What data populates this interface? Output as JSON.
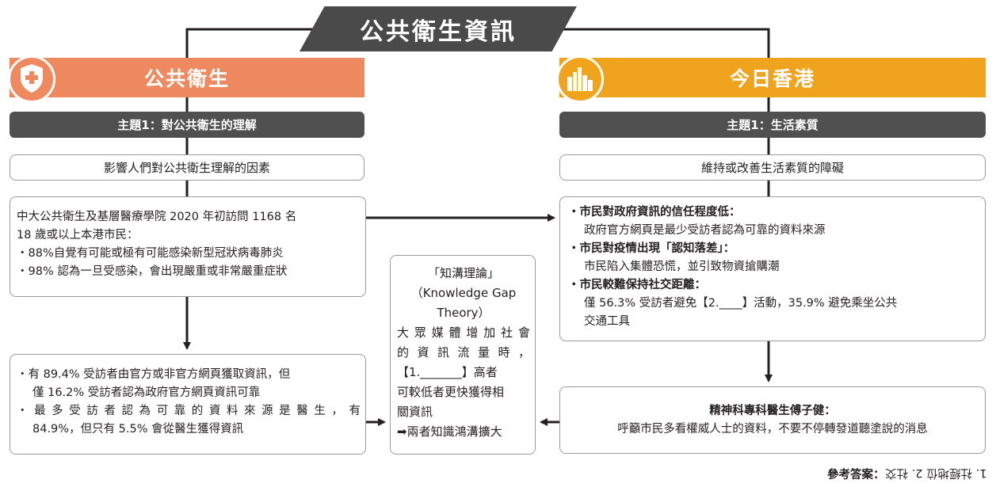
{
  "title": "公共衛生資訊",
  "left": {
    "header": "公共衛生",
    "icon": "health-shield-icon",
    "topic": "主題1：對公共衛生的理解",
    "subtopic": "影響人們對公共衛生理解的因素",
    "survey_intro_1": "中大公共衛生及基層醫療學院 2020 年初訪問 1168 名",
    "survey_intro_2": "18 歲或以上本港市民：",
    "survey_bullets": [
      "・88%自覺有可能或極有可能感染新型冠狀病毒肺炎",
      "・98% 認為一旦受感染，會出現嚴重或非常嚴重症狀"
    ],
    "info_bullet1_line1": "・有 89.4% 受訪者由官方或非官方網頁獲取資訊，但",
    "info_bullet1_line2": "僅 16.2% 受訪者認為政府官方網頁資訊可靠",
    "info_bullet2_line1": "・最多受訪者認為可靠的資料來源是醫生，有",
    "info_bullet2_line2": "84.9%，但只有 5.5% 會從醫生獲得資訊"
  },
  "middle": {
    "theory_title": "「知溝理論」",
    "theory_en_1": "（Knowledge Gap",
    "theory_en_2": "Theory）",
    "line1": "大眾媒體增加社會",
    "line2": "的資訊流量時，",
    "line3": "【1._______】高者",
    "line4": "可較低者更快獲得相",
    "line5": "關資訊",
    "conclusion": "➡兩者知識鴻溝擴大"
  },
  "right": {
    "header": "今日香港",
    "icon": "city-skyline-icon",
    "topic": "主題1：生活素質",
    "subtopic": "維持或改善生活素質的障礙",
    "point1_head": "・市民對政府資訊的信任程度低：",
    "point1_body": "政府官方網頁是最少受訪者認為可靠的資料來源",
    "point2_head": "・市民對疫情出現「認知落差」：",
    "point2_body": "市民陷入集體恐慌，並引致物資搶購潮",
    "point3_head": "・市民較難保持社交距離：",
    "point3_body_1": "僅 56.3% 受訪者避免【2.____】活動，35.9% 避免乘坐公共",
    "point3_body_2": "交通工具",
    "expert_name": "精神科專科醫生傅子健：",
    "expert_quote": "呼籲市民多看權威人士的資料，不要不停轉發道聽塗說的消息"
  },
  "answer": {
    "label": "參考答案：",
    "text": "1. 社經地位  2. 社交"
  },
  "colors": {
    "title_bg": "#4a4a4a",
    "left_header": "#ef8a60",
    "right_header": "#f0a41e",
    "topic_bg": "#505050",
    "lines": "#231f20"
  }
}
